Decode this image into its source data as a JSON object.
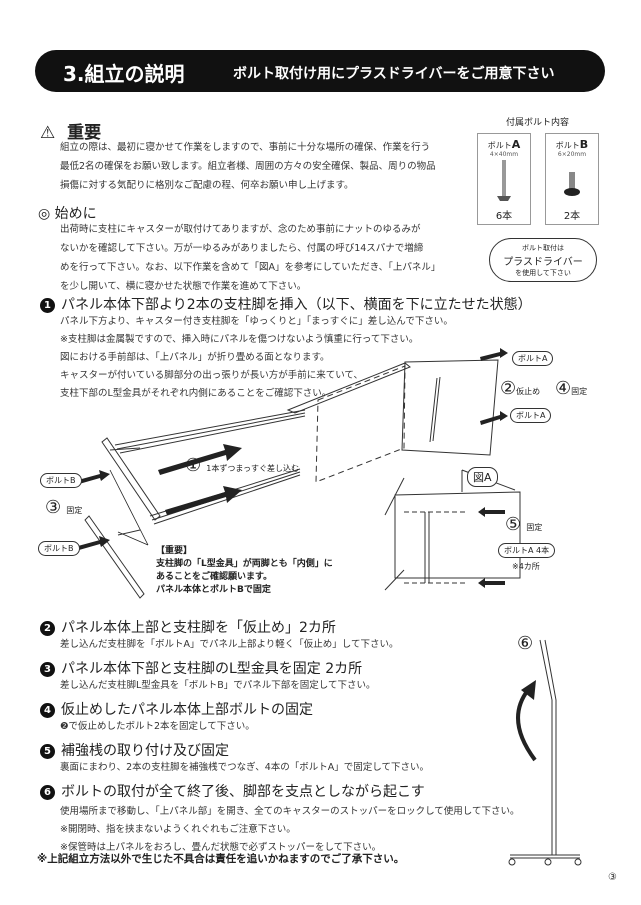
{
  "header": {
    "title": "3.組立の説明",
    "subtitle": "ボルト取付け用にプラスドライバーをご用意下さい"
  },
  "important": {
    "title": "重要",
    "lines": [
      "組立の際は、最初に寝かせて作業をしますので、事前に十分な場所の確保、作業を行う",
      "最低2名の確保をお願い致します。組立者様、周囲の方々の安全確保、製品、周りの物品",
      "損傷に対する気配りに格別なご配慮の程、何卒お願い申し上げます。"
    ]
  },
  "intro": {
    "title": "始めに",
    "lines": [
      "出荷時に支柱にキャスターが取付けてありますが、念のため事前にナットのゆるみが",
      "ないかを確認して下さい。万が一ゆるみがありましたら、付属の呼び14スパナで増締",
      "めを行って下さい。なお、以下作業を含めて「図A」を参考にしていただき、「上パネル」",
      "を少し開いて、横に寝かせた状態で作業を進めて下さい。"
    ]
  },
  "bolts": {
    "title": "付属ボルト内容",
    "a": {
      "name": "ボルト",
      "letter": "A",
      "size": "4×40mm",
      "qty": "6本"
    },
    "b": {
      "name": "ボルト",
      "letter": "B",
      "size": "6×20mm",
      "qty": "2本"
    },
    "note": [
      "ボルト取付は",
      "プラスドライバー",
      "を使用して下さい"
    ]
  },
  "steps": [
    {
      "n": "1",
      "title": "パネル本体下部より2本の支柱脚を挿入（以下、横面を下に立たせた状態）",
      "lines": [
        "パネル下方より、キャスター付き支柱脚を「ゆっくりと」「まっすぐに」差し込んで下さい。",
        "※支柱脚は金属製ですので、挿入時にパネルを傷つけないよう慎重に行って下さい。",
        "図における手前部は、「上パネル」が折り畳める面となります。",
        "キャスターが付いている脚部分の出っ張りが長い方が手前に来ていて、",
        "支柱下部のL型金具がそれぞれ内側にあることをご確認下さい。"
      ]
    },
    {
      "n": "2",
      "title": "パネル本体上部と支柱脚を「仮止め」2カ所",
      "lines": [
        "差し込んだ支柱脚を「ボルトA」でパネル上部より軽く「仮止め」して下さい。"
      ]
    },
    {
      "n": "3",
      "title": "パネル本体下部と支柱脚のL型金具を固定 2カ所",
      "lines": [
        "差し込んだ支柱脚L型金具を「ボルトB」でパネル下部を固定して下さい。"
      ]
    },
    {
      "n": "4",
      "title": "仮止めしたパネル本体上部ボルトの固定",
      "lines": [
        "❷で仮止めしたボルト2本を固定して下さい。"
      ]
    },
    {
      "n": "5",
      "title": "補強桟の取り付け及び固定",
      "lines": [
        "裏面にまわり、2本の支柱脚を補強桟でつなぎ、4本の「ボルトA」で固定して下さい。"
      ]
    },
    {
      "n": "6",
      "title": "ボルトの取付が全て終了後、脚部を支点としながら起こす",
      "lines": [
        "使用場所まで移動し、「上パネル部」を開き、全てのキャスターのストッパーをロックして使用して下さい。",
        "※開閉時、指を挟まないようくれぐれもご注意下さい。",
        "※保管時は上パネルをおろし、畳んだ状態で必ずストッパーをして下さい。"
      ]
    }
  ],
  "diagram": {
    "bolt_a": "ボルトA",
    "bolt_b": "ボルトB",
    "c1": "①",
    "c1_text": "1本ずつまっすぐ差し込む",
    "c2": "②",
    "c2_text": "仮止め",
    "c3": "③",
    "c3_text": "固定",
    "c4": "④",
    "c4_text": "固定",
    "c5": "⑤",
    "c5_text": "固定",
    "c6": "⑥",
    "fig_a": "図A",
    "bolt_a4": "ボルトA 4本",
    "four_places": "※4カ所",
    "imp_title": "【重要】",
    "imp_lines": [
      "支柱脚の「L型金具」が両脚とも「内側」に",
      "あることをご確認願います。",
      "パネル本体とボルトBで固定"
    ]
  },
  "footer_note": "※上記組立方法以外で生じた不具合は責任を追いかねますのでご了承下さい。",
  "page_number": "③"
}
